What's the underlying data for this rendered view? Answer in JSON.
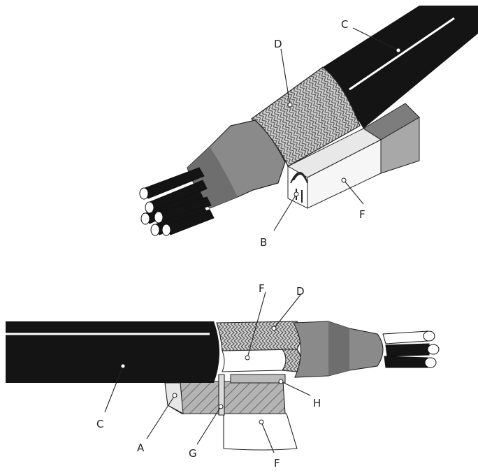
{
  "top_figure": {
    "labels": {
      "c": "C",
      "d": "D",
      "f": "F",
      "b": "B"
    }
  },
  "bottom_figure": {
    "labels": {
      "f_top": "F",
      "d": "D",
      "c": "C",
      "h": "H",
      "a": "A",
      "g": "G",
      "f_bottom": "F"
    }
  },
  "colors": {
    "jacket": "#141414",
    "braid": "#c8c8c8",
    "grey_sleeve": "#8a8a8a",
    "grey_dark": "#6e6e6e",
    "block_light": "#f4f4f4",
    "block_grey": "#a8a8a8",
    "hatch": "#9a9a9a"
  }
}
